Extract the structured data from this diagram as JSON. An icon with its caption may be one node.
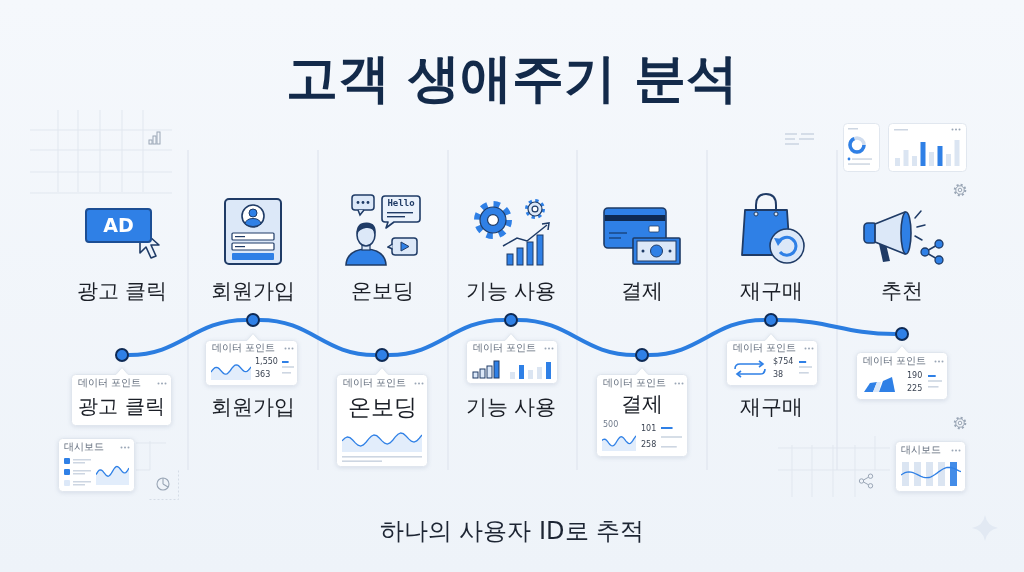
{
  "diagram": {
    "title": "고객 생애주기 분석",
    "caption": "하나의 사용자 ID로 추적",
    "nodes": [
      {
        "text": [
          "AD"
        ]
      },
      {
        "text": [
          "Hello"
        ]
      },
      {
        "text": [],
        "shape": "circle"
      },
      {
        "text": [],
        "shape": "circle"
      },
      {
        "text": [],
        "shape": "circle"
      },
      {
        "text": [],
        "shape": "circle"
      },
      {
        "text": [],
        "shape": "circle"
      },
      {
        "text": [],
        "shape": "circle"
      },
      {
        "text": [],
        "shape": "circle"
      },
      {
        "text": [
          "데이터 포인트",
          "광고 클릭"
        ]
      },
      {
        "text": [
          "데이터 포인트",
          "1,550",
          "363"
        ]
      },
      {
        "text": [
          "데이터 포인트",
          "온보딩"
        ]
      },
      {
        "text": [
          "데이터 포인트"
        ]
      },
      {
        "text": [
          "데이터 포인트",
          "결제",
          "500",
          "101",
          "258"
        ]
      },
      {
        "text": [
          "데이터 포인트",
          "$754",
          "38"
        ]
      },
      {
        "text": [
          "데이터 포인트",
          "190",
          "225"
        ]
      },
      {
        "text": [
          "대시보드"
        ]
      },
      {
        "text": [
          "대시보드"
        ]
      }
    ],
    "edges": [
      {
        "from": 2,
        "to": 3,
        "arrow": "none"
      },
      {
        "from": 3,
        "to": 4,
        "arrow": "none"
      },
      {
        "from": 4,
        "to": 5,
        "arrow": "none"
      },
      {
        "from": 5,
        "to": 6,
        "arrow": "none"
      },
      {
        "from": 6,
        "to": 7,
        "arrow": "none"
      },
      {
        "from": 7,
        "to": 8,
        "arrow": "none"
      }
    ],
    "labels": [
      "광고 클릭",
      "회원가입",
      "온보딩",
      "기능 사용",
      "결제",
      "재구매",
      "추천",
      "회원가입",
      "기능 사용",
      "재구매"
    ]
  }
}
